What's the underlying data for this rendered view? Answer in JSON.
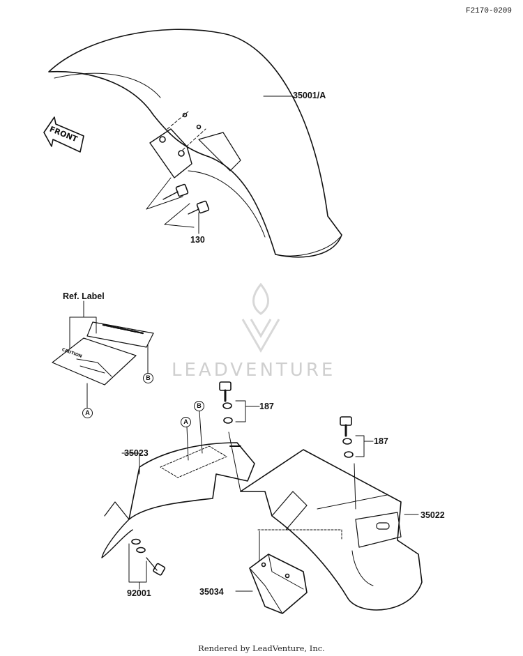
{
  "diagram_id": "F2170-0209",
  "direction_arrow": "FRONT",
  "labels": {
    "front_fender": "35001/A",
    "fender_bolt": "130",
    "ref_label": "Ref. Label",
    "rear_fender_front": "35023",
    "bolt_washer_upper": "187",
    "bolt_washer_right": "187",
    "rear_fender": "35022",
    "bracket": "35034",
    "screw_washer": "92001"
  },
  "callouts": {
    "a": "A",
    "b": "B"
  },
  "caution_text": "CAUTION",
  "watermark": "LEADVENTURE",
  "footer": "Rendered by LeadVenture, Inc."
}
